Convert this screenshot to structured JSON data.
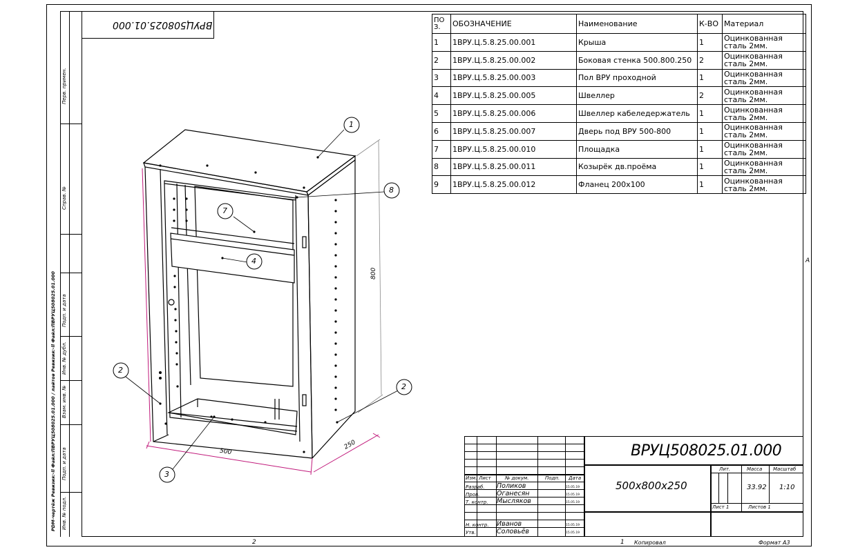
{
  "drawing_code_rotated": "ВРУЦ508025.01.000",
  "sheet_marker": "A",
  "left_stamp": {
    "perv_primen": "Перв. примен.",
    "sprav_no": "Справ. №",
    "podp_data_1": "Подп. и дата",
    "inv_dubl": "Инв. № дубл.",
    "vzam_inv": "Взам. инв. №",
    "podp_data_2": "Подп. и дата",
    "inv_podl": "Инв. № подл.",
    "file_path": "PDM-чертёж Ревизия:-ll Файл:ПВРУЦ508025.01.000 / лайтов Ревизия:-ll Файл:ПВРУЦ508025.01.000"
  },
  "bom": {
    "headers": {
      "pos": "ПО З.",
      "designation": "ОБОЗНАЧЕНИЕ",
      "name": "Наименование",
      "qty": "К-ВО",
      "material": "Материал"
    },
    "rows": [
      {
        "pos": "1",
        "designation": "1ВРУ.Ц.5.8.25.00.001",
        "name": "Крыша",
        "qty": "1",
        "material": "Оцинкованная сталь 2мм."
      },
      {
        "pos": "2",
        "designation": "1ВРУ.Ц.5.8.25.00.002",
        "name": "Боковая стенка 500.800.250",
        "qty": "2",
        "material": "Оцинкованная сталь 2мм."
      },
      {
        "pos": "3",
        "designation": "1ВРУ.Ц.5.8.25.00.003",
        "name": "Пол ВРУ проходной",
        "qty": "1",
        "material": "Оцинкованная сталь 2мм."
      },
      {
        "pos": "4",
        "designation": "1ВРУ.Ц.5.8.25.00.005",
        "name": "Швеллер",
        "qty": "2",
        "material": "Оцинкованная сталь 2мм."
      },
      {
        "pos": "5",
        "designation": "1ВРУ.Ц.5.8.25.00.006",
        "name": "Швеллер кабеледержатель",
        "qty": "1",
        "material": "Оцинкованная сталь 2мм."
      },
      {
        "pos": "6",
        "designation": "1ВРУ.Ц.5.8.25.00.007",
        "name": "Дверь под ВРУ 500-800",
        "qty": "1",
        "material": "Оцинкованная сталь 2мм."
      },
      {
        "pos": "7",
        "designation": "1ВРУ.Ц.5.8.25.00.010",
        "name": "Площадка",
        "qty": "1",
        "material": "Оцинкованная сталь 2мм."
      },
      {
        "pos": "8",
        "designation": "1ВРУ.Ц.5.8.25.00.011",
        "name": "Козырёк дв.проёма",
        "qty": "1",
        "material": "Оцинкованная сталь 2мм."
      },
      {
        "pos": "9",
        "designation": "1ВРУ.Ц.5.8.25.00.012",
        "name": "Фланец 200х100",
        "qty": "1",
        "material": "Оцинкованная сталь 2мм."
      }
    ]
  },
  "callouts": [
    "1",
    "7",
    "4",
    "8",
    "2",
    "2",
    "3"
  ],
  "dimensions": {
    "width": "500",
    "height": "800",
    "depth": "250"
  },
  "title_block": {
    "designation": "ВРУЦ508025.01.000",
    "name": "500х800х250",
    "headers": {
      "izm": "Изм.",
      "list": "Лист",
      "doc_no": "№ докум.",
      "podp": "Подп.",
      "date": "Дата",
      "lit": "Лит.",
      "massa": "Масса",
      "masshtab": "Масштаб"
    },
    "roles": [
      {
        "role": "Разраб.",
        "name": "Поликов",
        "date": "15.05.19"
      },
      {
        "role": "Пров.",
        "name": "Оганесян",
        "date": "15.05.19"
      },
      {
        "role": "Т. контр.",
        "name": "Мысляков",
        "date": "15.05.19"
      },
      {
        "role": "Н. контр.",
        "name": "Иванов",
        "date": "15.05.19"
      },
      {
        "role": "Утв.",
        "name": "Соловьёв",
        "date": "15.05.19"
      }
    ],
    "mass": "33.92",
    "scale": "1:10",
    "sheet": "Лист 1",
    "sheets": "Листов 1"
  },
  "footer": {
    "left_no": "2",
    "center_no": "1",
    "copied": "Копировал",
    "format": "Формат А3"
  }
}
